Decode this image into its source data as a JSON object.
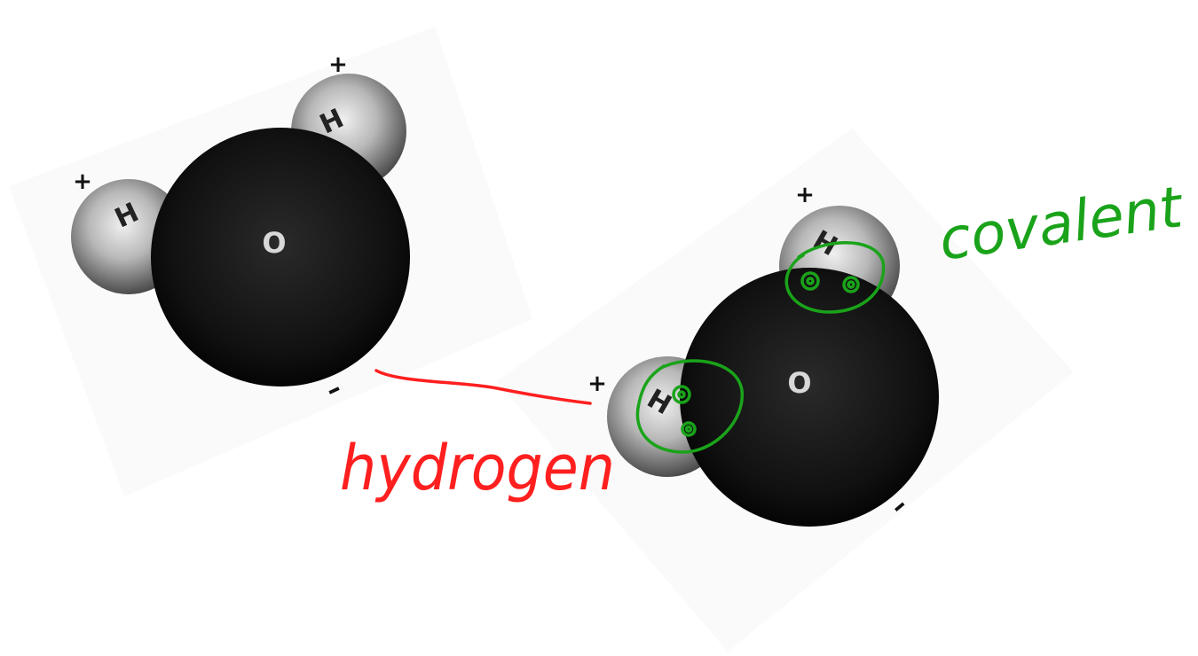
{
  "molecule_left": {
    "oxygen_label": "O",
    "hydrogen_top_label": "H",
    "hydrogen_left_label": "H",
    "charge_top": "+",
    "charge_left": "+",
    "charge_bottom": "–"
  },
  "molecule_right": {
    "oxygen_label": "O",
    "hydrogen_top_label": "H",
    "hydrogen_left_label": "H",
    "charge_top": "+",
    "charge_left": "+",
    "charge_bottom": "–"
  },
  "annotations": {
    "hydrogen_bond": "hydrogen",
    "covalent_bond": "covalent",
    "hydrogen_color": "#ff1f1f",
    "covalent_color": "#1aa31a"
  },
  "colors": {
    "oxygen": "#111111",
    "hydrogen_light": "#e6e6e6",
    "hydrogen_dark": "#3a3a3a"
  }
}
